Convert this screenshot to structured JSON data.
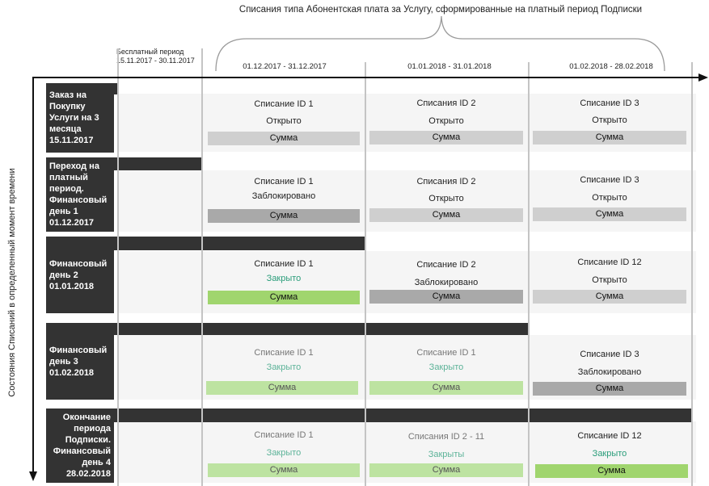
{
  "title": "Списания типа Абонентская плата за Услугу, сформированные на платный период Подписки",
  "free_period": {
    "line1": "Бесплатный период",
    "line2": "15.11.2017 - 30.11.2017"
  },
  "periods": [
    "01.12.2017 - 31.12.2017",
    "01.01.2018 - 31.01.2018",
    "01.02.2018 - 28.02.2018"
  ],
  "y_axis_label": "Состояния Списаний в определенный момент времени",
  "colors": {
    "dark": "#333333",
    "green_text": "#2a9d7a",
    "sum_light": "#cfcfcf",
    "sum_dark": "#a9a9a9",
    "sum_green": "#a0d56e",
    "sum_light_green": "#bde3a1"
  },
  "rows": [
    {
      "label": "Заказ на Покупку Услуги на 3 месяца 15.11.2017",
      "cells": [
        {
          "name": "Списание ID 1",
          "status": "Открыто",
          "sum": "Сумма"
        },
        {
          "name": "Списания ID 2",
          "status": "Открыто",
          "sum": "Сумма"
        },
        {
          "name": "Списание ID 3",
          "status": "Открыто",
          "sum": "Сумма"
        }
      ]
    },
    {
      "label": "Переход на платный период. Финансовый день 1 01.12.2017",
      "cells": [
        {
          "name": "Списание ID 1",
          "status": "Заблокировано",
          "sum": "Сумма"
        },
        {
          "name": "Списания ID 2",
          "status": "Открыто",
          "sum": "Сумма"
        },
        {
          "name": "Списание ID 3",
          "status": "Открыто",
          "sum": "Сумма"
        }
      ]
    },
    {
      "label": "Финансовый день 2 01.01.2018",
      "cells": [
        {
          "name": "Списание ID 1",
          "status": "Закрыто",
          "sum": "Сумма"
        },
        {
          "name": "Списание ID 2",
          "status": "Заблокировано",
          "sum": "Сумма"
        },
        {
          "name": "Списание ID 12",
          "status": "Открыто",
          "sum": "Сумма"
        }
      ]
    },
    {
      "label": "Финансовый день 3 01.02.2018",
      "cells": [
        {
          "name": "Списание ID 1",
          "status": "Закрыто",
          "sum": "Сумма"
        },
        {
          "name": "Списание ID 1",
          "status": "Закрыто",
          "sum": "Сумма"
        },
        {
          "name": "Списание ID 3",
          "status": "Заблокировано",
          "sum": "Сумма"
        }
      ]
    },
    {
      "label": "Окончание периода Подписки. Финансовый день 4 28.02.2018",
      "cells": [
        {
          "name": "Списание ID 1",
          "status": "Закрыто",
          "sum": "Сумма"
        },
        {
          "name": "Списания ID 2 - 11",
          "status": "Закрыты",
          "sum": "Сумма"
        },
        {
          "name": "Списание ID 12",
          "status": "Закрыто",
          "sum": "Сумма"
        }
      ]
    }
  ]
}
